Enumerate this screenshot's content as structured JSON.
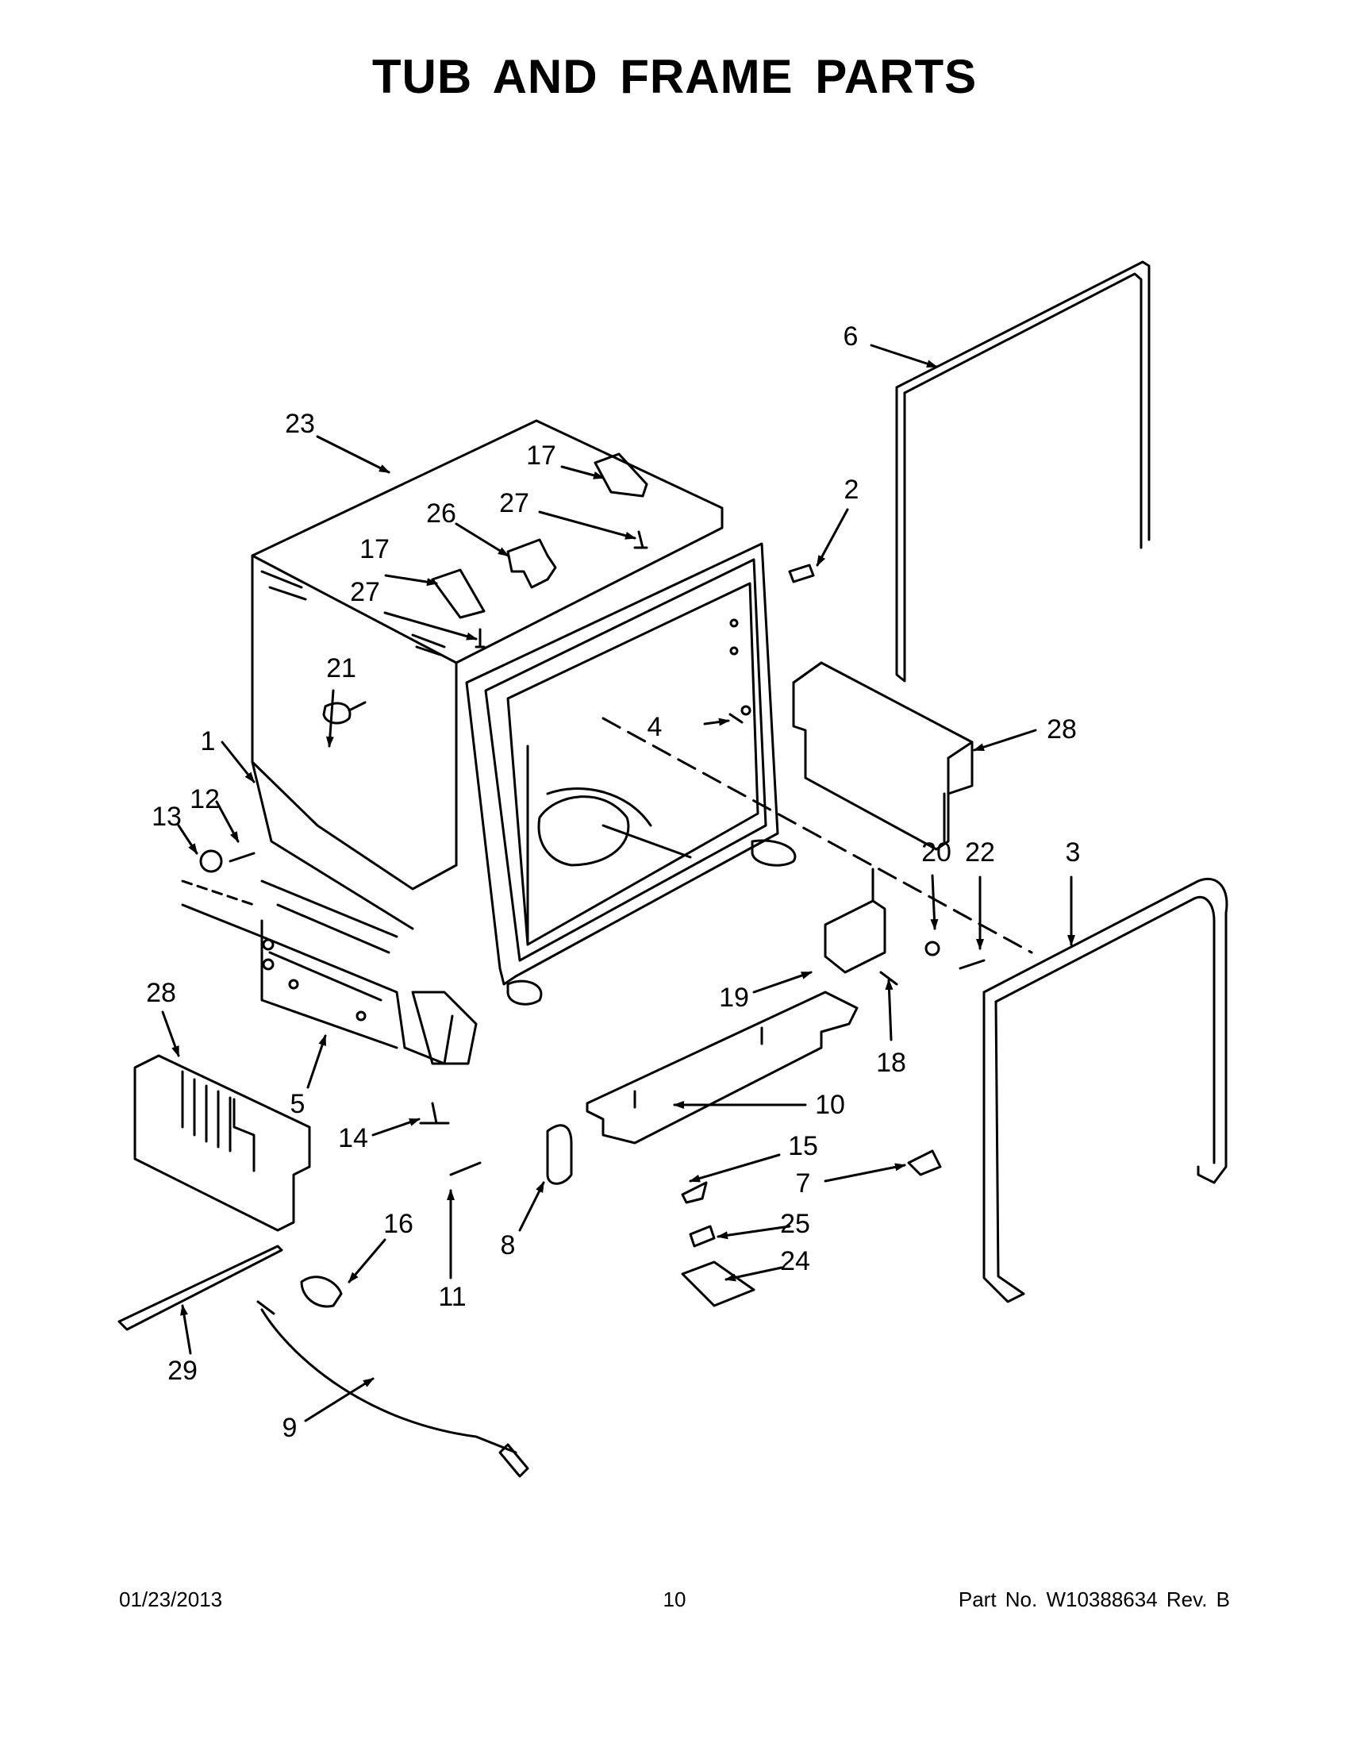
{
  "title": "TUB AND FRAME PARTS",
  "callouts": [
    "1",
    "2",
    "3",
    "4",
    "5",
    "6",
    "7",
    "8",
    "9",
    "10",
    "11",
    "12",
    "13",
    "14",
    "15",
    "16",
    "17",
    "17",
    "18",
    "19",
    "20",
    "21",
    "22",
    "23",
    "24",
    "25",
    "26",
    "27",
    "27",
    "28",
    "28",
    "29"
  ],
  "footer": {
    "date": "01/23/2013",
    "page": "10",
    "part_no": "Part No.  W10388634  Rev.  B"
  }
}
